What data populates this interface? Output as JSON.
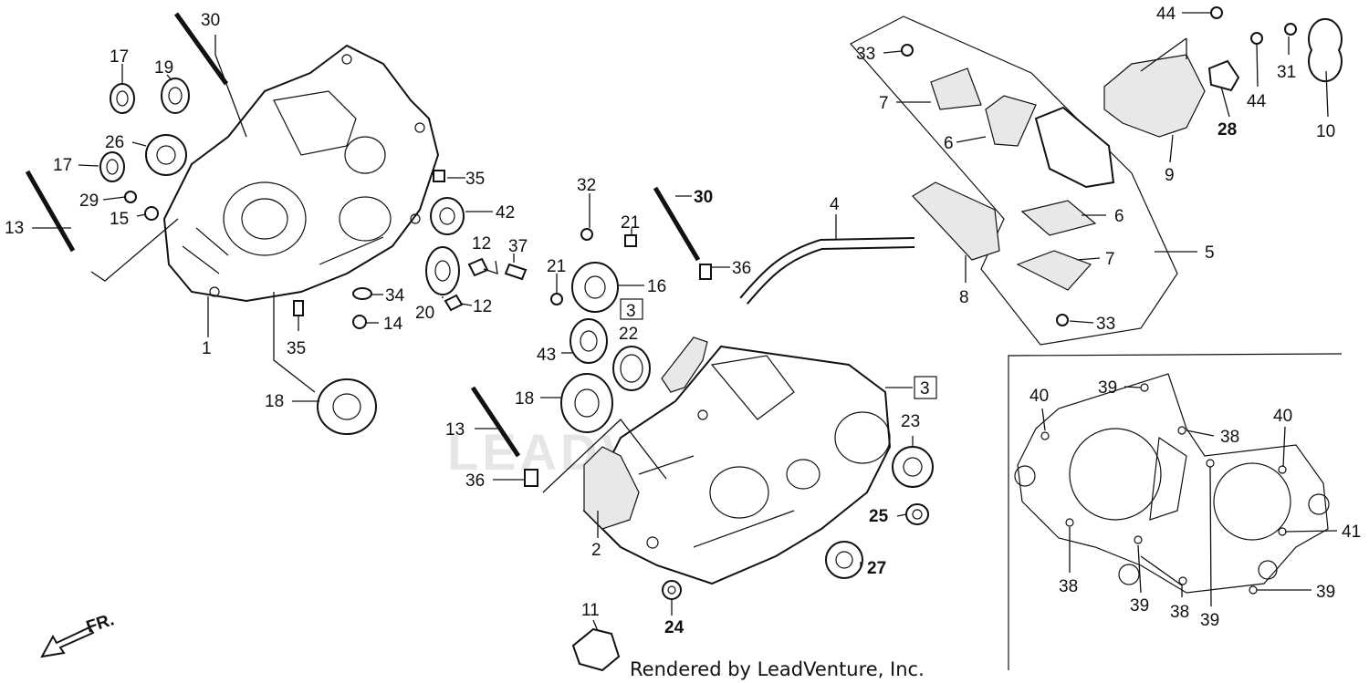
{
  "diagram": {
    "watermark": "LEADVENTURE",
    "footer": "Rendered by LeadVenture, Inc.",
    "direction_label": "FR.",
    "labels": {
      "l30a": "30",
      "l17a": "17",
      "l19": "19",
      "l26": "26",
      "l17b": "17",
      "l29": "29",
      "l15": "15",
      "l13a": "13",
      "l35a": "35",
      "l42": "42",
      "l12a": "12",
      "l37": "37",
      "l12b": "12",
      "l20": "20",
      "l34": "34",
      "l14": "14",
      "l35b": "35",
      "l1": "1",
      "l18a": "18",
      "l32": "32",
      "l21a": "21",
      "l30b": "30",
      "l21b": "21",
      "l16": "16",
      "l3a": "3",
      "l22": "22",
      "l43": "43",
      "l36a": "36",
      "l18b": "18",
      "l13b": "13",
      "l36b": "36",
      "l2": "2",
      "l3b": "3",
      "l23": "23",
      "l25": "25",
      "l27": "27",
      "l11": "11",
      "l24": "24",
      "l4": "4",
      "l33a": "33",
      "l7a": "7",
      "l6a": "6",
      "l6b": "6",
      "l7b": "7",
      "l5": "5",
      "l8": "8",
      "l33b": "33",
      "l44a": "44",
      "l31": "31",
      "l44b": "44",
      "l28": "28",
      "l10": "10",
      "l9": "9",
      "l40a": "40",
      "l39a": "39",
      "l38a": "38",
      "l40b": "40",
      "l41": "41",
      "l38b": "38",
      "l39b": "39",
      "l38c": "38",
      "l39c": "39",
      "l39d": "39"
    }
  }
}
